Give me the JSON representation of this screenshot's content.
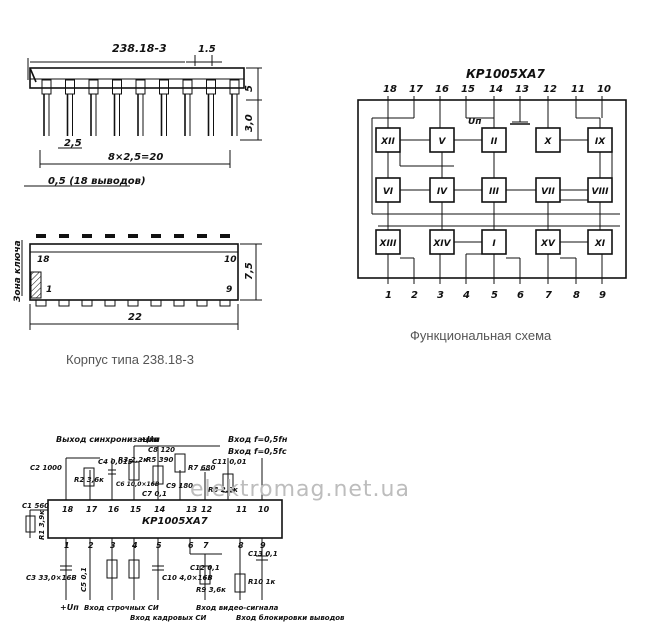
{
  "package": {
    "type_label": "238.18-3",
    "pitch_label": "1.5",
    "dim_5": "5",
    "dim_3": "3,0",
    "dim_25": "2,5",
    "span_label": "8×2,5=20",
    "leads_label": "0,5 (18 выводов)",
    "key_zone": "Зона ключа",
    "pin18": "18",
    "pin10": "10",
    "pin1": "1",
    "pin9": "9",
    "dim_75": "7,5",
    "dim_22": "22",
    "caption": "Корпус типа 238.18-3"
  },
  "functional": {
    "title": "КР1005ХА7",
    "top_pins": [
      "18",
      "17",
      "16",
      "15",
      "14",
      "13",
      "12",
      "11",
      "10"
    ],
    "bottom_pins": [
      "1",
      "2",
      "3",
      "4",
      "5",
      "6",
      "7",
      "8",
      "9"
    ],
    "up_label": "Uп",
    "blocks_row1": [
      "XII",
      "V",
      "II",
      "X",
      "IX"
    ],
    "blocks_row2": [
      "VI",
      "IV",
      "III",
      "VII",
      "VIII"
    ],
    "blocks_row3": [
      "XIII",
      "XIV",
      "I",
      "XV",
      "XI"
    ],
    "caption": "Функциональная схема"
  },
  "circuit": {
    "chip_label": "КР1005ХА7",
    "top_pins": [
      "18",
      "17",
      "16",
      "15",
      "14",
      "13",
      "12",
      "11",
      "10"
    ],
    "bottom_pins": [
      "1",
      "2",
      "3",
      "4",
      "5",
      "6",
      "7",
      "8",
      "9"
    ],
    "top_labels": {
      "sync_out": "Выход синхронизации",
      "up": "+Uп",
      "in1": "Вход f=0,5fн",
      "in2": "Вход f=0,5fс"
    },
    "components": {
      "c2": "C2 1000",
      "r2": "R2 3,6к",
      "c4": "C4 0,015",
      "r3": "R3 2,2к",
      "c6": "C6 10,0×16В",
      "r5": "R5 390",
      "c8": "C8 120",
      "c9": "C9 180",
      "c7": "C7 0,1",
      "r7": "R7 680",
      "c11": "C11 0,01",
      "r8": "R8 2,2к",
      "r9": "R9 3,6к",
      "c12": "C12 0,1",
      "c13": "C13 0,1",
      "r10": "R10 1к",
      "c1": "C1 560",
      "r1": "R1 3,9к",
      "c3": "C3 33,0×16В",
      "c5": "C5 0,1",
      "c10": "C10 4,0×16В"
    },
    "bottom_labels": {
      "up": "+Uп",
      "line_sync": "Вход строчных СИ",
      "frame_sync": "Вход кадровых СИ",
      "video_in": "Вход видео-сигнала",
      "gate_in": "Вход блокировки выводов"
    }
  },
  "watermark": "elektromag.net.ua"
}
